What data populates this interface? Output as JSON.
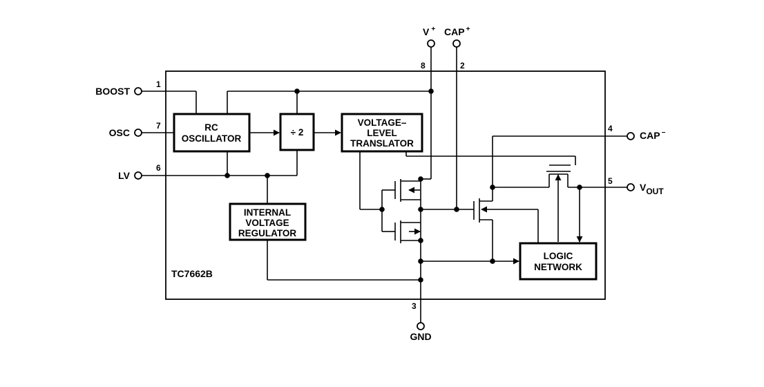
{
  "chip": {
    "part_number": "TC7662B"
  },
  "external_pins": {
    "boost": {
      "name": "BOOST",
      "number": "1"
    },
    "osc": {
      "name": "OSC",
      "number": "7"
    },
    "lv": {
      "name": "LV",
      "number": "6"
    },
    "vplus": {
      "name": "V",
      "sup": "+",
      "number": "8"
    },
    "capplus": {
      "name": "CAP",
      "sup": "+",
      "number": "2"
    },
    "capminus": {
      "name": "CAP",
      "sup": "−",
      "number": "4"
    },
    "vout": {
      "name": "V",
      "sub": "OUT",
      "number": "5"
    },
    "gnd": {
      "name": "GND",
      "number": "3"
    }
  },
  "blocks": {
    "rc_oscillator": {
      "line1": "RC",
      "line2": "OSCILLATOR"
    },
    "divider": {
      "label": "÷ 2"
    },
    "level_translator": {
      "line1": "VOLTAGE–",
      "line2": "LEVEL",
      "line3": "TRANSLATOR"
    },
    "regulator": {
      "line1": "INTERNAL",
      "line2": "VOLTAGE",
      "line3": "REGULATOR"
    },
    "logic_network": {
      "line1": "LOGIC",
      "line2": "NETWORK"
    }
  }
}
